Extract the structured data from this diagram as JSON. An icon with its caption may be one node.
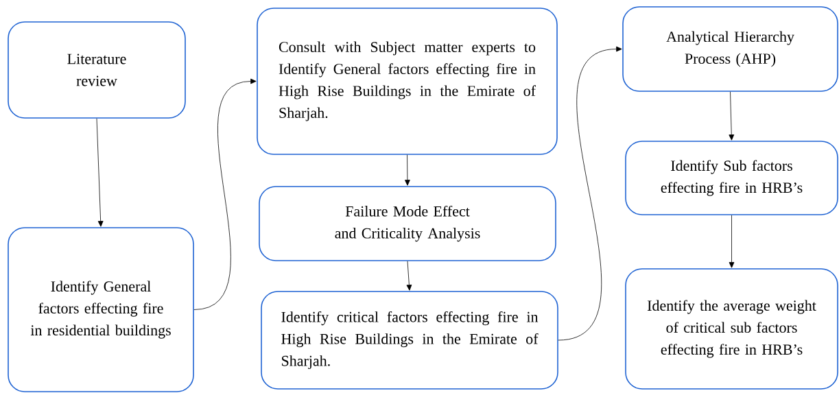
{
  "diagram": {
    "nodes": [
      {
        "text": [
          "Literature review"
        ]
      },
      {
        "text": [
          "Identify General factors effecting fire in residential buildings"
        ]
      },
      {
        "text": [
          "Consult with Subject matter experts to Identify General factors effecting fire in High Rise Buildings in the Emirate of Sharjah."
        ]
      },
      {
        "text": [
          "Failure Mode Effect and Criticality Analysis"
        ]
      },
      {
        "text": [
          "Identify critical factors effecting fire in High Rise Buildings in the Emirate of Sharjah."
        ]
      },
      {
        "text": [
          "Analytical Hierarchy Process (AHP)"
        ]
      },
      {
        "text": [
          "Identify Sub factors effecting fire in HRB’s"
        ]
      },
      {
        "text": [
          "Identify the average weight of critical sub factors effecting fire in HRB’s"
        ]
      }
    ],
    "edges": [
      {
        "from": 0,
        "to": 1,
        "arrow": "to"
      },
      {
        "from": 1,
        "to": 2,
        "arrow": "to"
      },
      {
        "from": 2,
        "to": 3,
        "arrow": "to"
      },
      {
        "from": 3,
        "to": 4,
        "arrow": "to"
      },
      {
        "from": 4,
        "to": 5,
        "arrow": "to"
      },
      {
        "from": 5,
        "to": 6,
        "arrow": "to"
      },
      {
        "from": 6,
        "to": 7,
        "arrow": "to"
      }
    ]
  }
}
